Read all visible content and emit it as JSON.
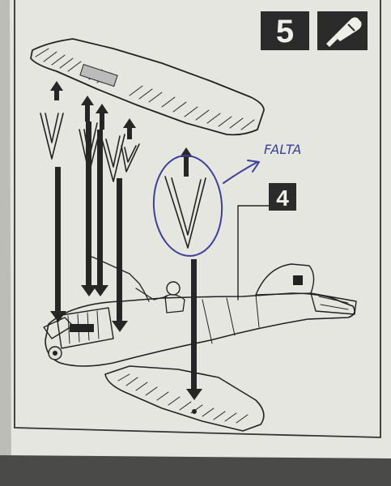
{
  "step": {
    "number": "5"
  },
  "callout": {
    "number": "4"
  },
  "annotation": {
    "text": "FALTA"
  },
  "colors": {
    "paper": "#e8e8e4",
    "ink": "#222222",
    "pen": "#3e3f9c",
    "badge": "#2b2b2b"
  },
  "icons": {
    "step_tool": "glue-tube-icon"
  }
}
